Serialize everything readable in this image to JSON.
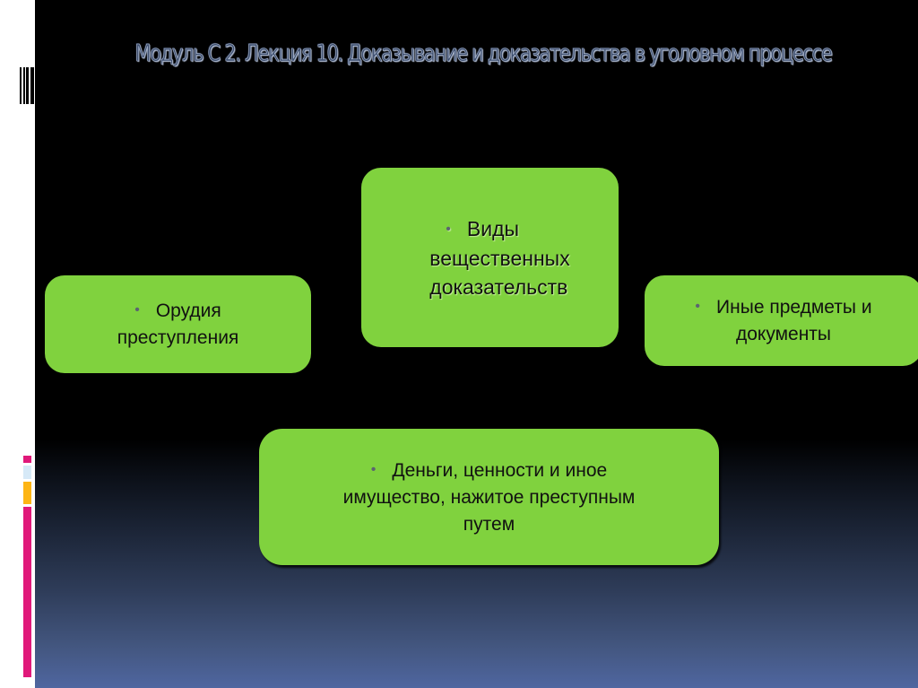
{
  "slide": {
    "title": "Модуль С 2. Лекция 10. Доказывание и доказательства в уголовном процессе",
    "center_box": {
      "bullet": "•",
      "line1": "Виды",
      "line2": "вещественных",
      "line3": "доказательств"
    },
    "left_box": {
      "bullet": "•",
      "line1": "Орудия",
      "line2": "преступления"
    },
    "right_box": {
      "bullet": "•",
      "line1": "Иные предметы и",
      "line2": "документы"
    },
    "bottom_box": {
      "bullet": "•",
      "line1": "Деньги, ценности и иное",
      "line2": "имущество, нажитое преступным",
      "line3": "путем"
    }
  },
  "colors": {
    "box_fill": "#80d23e",
    "accent_pink": "#e0197a",
    "accent_light_blue": "#d6e9f7",
    "accent_orange": "#fdb515",
    "title_color": "#3e4f6e"
  }
}
